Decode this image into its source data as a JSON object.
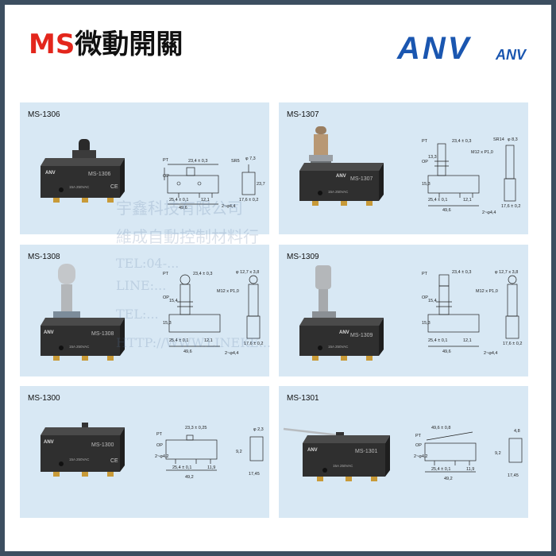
{
  "header": {
    "title_prefix": "MS",
    "title_rest": "微動開關"
  },
  "logo": {
    "main": "ANV",
    "small": "ANV",
    "color": "#1a56b0"
  },
  "colors": {
    "accent_red": "#e3261c",
    "panel_bg": "#d8e8f4",
    "frame": "#3c4e60"
  },
  "watermark": {
    "lines": [
      "宇鑫科技有限公司",
      "維成自動控制材料行",
      "TEL:04-...",
      "LINE:...",
      "TEL:...",
      "HTTP://WWW.LINEKE..."
    ]
  },
  "panels": [
    {
      "model": "MS-1306",
      "body_model": "MS-1306",
      "brand": "ANV",
      "rating": "15A 250VAC",
      "actuator": "pin-plunger",
      "dims": {
        "a": "23,4 ± 0,3",
        "b": "25,4 ± 0,1",
        "c": "12,1",
        "d": "49,6",
        "e": "17,6 ± 0,2",
        "f": "2~φ4,4",
        "g": "SR5",
        "h": "φ 7,3",
        "i": "23,7",
        "pt": "PT",
        "op": "OP"
      }
    },
    {
      "model": "MS-1307",
      "body_model": "MS-1307",
      "brand": "ANV",
      "rating": "15A 250VAC",
      "actuator": "panel-plunger",
      "dims": {
        "a": "23,4 ± 0,3",
        "b": "25,4 ± 0,1",
        "c": "12,1",
        "d": "49,6",
        "e": "17,6 ± 0,2",
        "f": "2~φ4,4",
        "g": "SR14",
        "h": "φ 8,3",
        "i": "M12 x P1,0",
        "j": "15,3",
        "k": "13,3",
        "pt": "PT",
        "op": "OP"
      }
    },
    {
      "model": "MS-1308",
      "body_model": "MS-1308",
      "brand": "ANV",
      "rating": "15A 250VAC",
      "actuator": "roller-plunger",
      "dims": {
        "a": "23,4 ± 0,3",
        "b": "25,4 ± 0,1",
        "c": "12,1",
        "d": "49,6",
        "e": "17,6 ± 0,2",
        "f": "2~φ4,4",
        "g": "φ 12,7 x 3,8",
        "i": "M12 x P1,0",
        "j": "15,3",
        "k": "15,4",
        "pt": "PT",
        "op": "OP"
      }
    },
    {
      "model": "MS-1309",
      "body_model": "MS-1309",
      "brand": "ANV",
      "rating": "15A 250VAC",
      "actuator": "cross-roller-plunger",
      "dims": {
        "a": "23,4 ± 0,3",
        "b": "25,4 ± 0,1",
        "c": "12,1",
        "d": "49,6",
        "e": "17,6 ± 0,2",
        "f": "2~φ4,4",
        "g": "φ 12,7 x 3,8",
        "i": "M12 x P1,0",
        "j": "15,3",
        "k": "15,4",
        "pt": "PT",
        "op": "OP"
      }
    },
    {
      "model": "MS-1300",
      "body_model": "MS-1300",
      "brand": "ANV",
      "rating": "15A 250VAC",
      "actuator": "basic",
      "dims": {
        "a": "23,3 ± 0,25",
        "b": "25,4 ± 0,1",
        "c": "11,9",
        "d": "49,2",
        "e": "17,45",
        "f": "2~φ4,2",
        "g": "φ 2,3",
        "k": "9,2",
        "pt": "PT",
        "op": "OP"
      }
    },
    {
      "model": "MS-1301",
      "body_model": "MS-1301",
      "brand": "ANV",
      "rating": "15A 250VAC",
      "actuator": "hinge-lever",
      "dims": {
        "a": "49,6 ± 0,8",
        "b": "25,4 ± 0,1",
        "c": "11,9",
        "d": "49,2",
        "e": "17,45",
        "f": "2~φ4,2",
        "g": "4,8",
        "k": "9,2",
        "pt": "PT",
        "op": "OP"
      }
    }
  ]
}
